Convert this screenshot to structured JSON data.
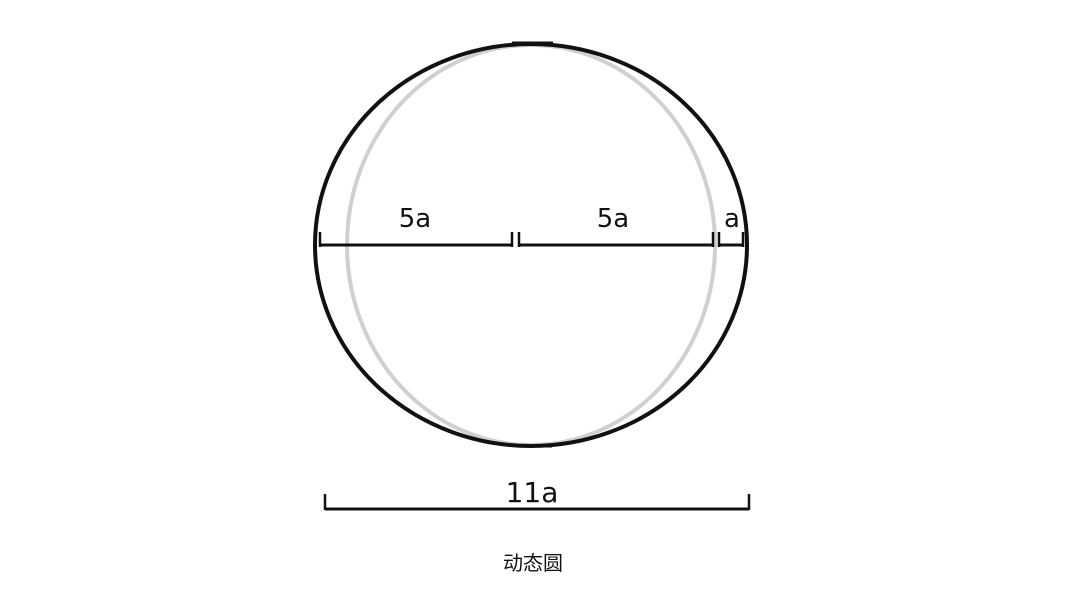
{
  "diagram": {
    "labels": {
      "left_segment": "5a",
      "middle_segment": "5a",
      "right_segment": "a",
      "total_width": "11a"
    },
    "caption": "动态圆"
  }
}
